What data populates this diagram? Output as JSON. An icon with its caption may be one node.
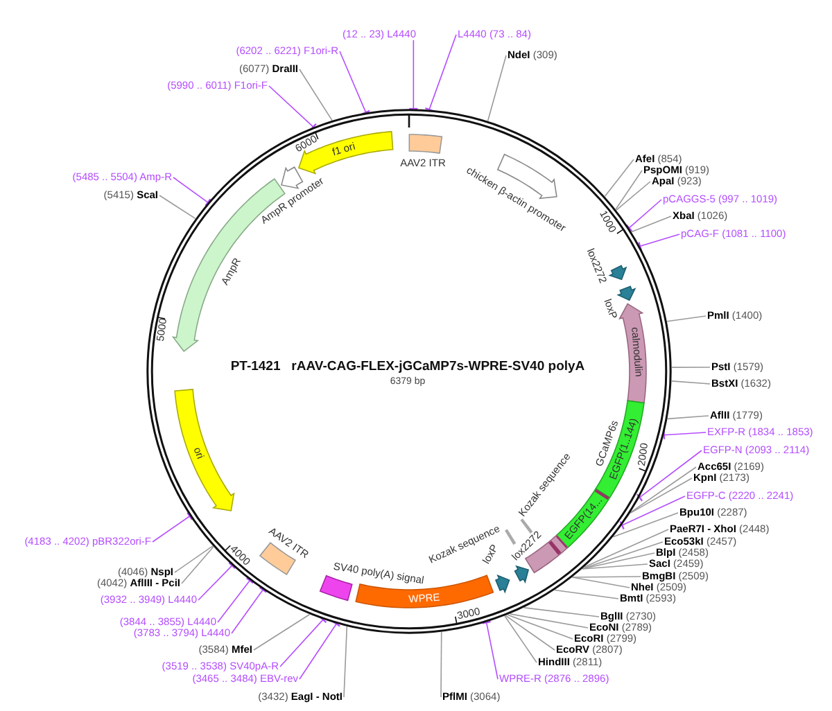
{
  "diagram": {
    "title": "PT-1421   rAAV-CAG-FLEX-jGCaMP7s-WPRE-SV40 polyA",
    "caption": "6379 bp",
    "nodes": [
      {
        "text": [],
        "shape": "circle"
      },
      {
        "text": [
          "AAV2 ITR"
        ],
        "in": 0
      },
      {
        "text": [
          "chicken β-actin promoter"
        ],
        "in": 0
      },
      {
        "text": [
          "lox2272"
        ],
        "in": 0
      },
      {
        "text": [
          "loxP"
        ],
        "in": 0
      },
      {
        "text": [
          "calmodulin"
        ],
        "in": 0
      },
      {
        "text": [
          "EGFP(1..144)"
        ],
        "in": 0
      },
      {
        "text": [
          "EGFP(14..."
        ],
        "in": 0
      },
      {
        "text": [],
        "shape": "box",
        "in": 0
      },
      {
        "text": [
          "Kozak sequence"
        ],
        "in": 0
      },
      {
        "text": [
          "Kozak sequence"
        ],
        "in": 0
      },
      {
        "text": [
          "lox2272"
        ],
        "in": 0
      },
      {
        "text": [
          "loxP"
        ],
        "in": 0
      },
      {
        "text": [
          "WPRE"
        ],
        "in": 0
      },
      {
        "text": [
          "SV40 poly(A) signal"
        ],
        "in": 0
      },
      {
        "text": [
          "AAV2 ITR"
        ],
        "in": 0
      },
      {
        "text": [
          "ori"
        ],
        "in": 0
      },
      {
        "text": [
          "AmpR"
        ],
        "in": 0
      },
      {
        "text": [
          "AmpR promoter"
        ],
        "in": 0
      },
      {
        "text": [
          "f1 ori"
        ],
        "in": 0
      },
      {
        "text": [
          "L4440 (73 .. 84)"
        ]
      },
      {
        "text": [
          "**NdeI** (309)"
        ]
      },
      {
        "text": [
          "**AfeI** (854)"
        ]
      },
      {
        "text": [
          "**PspOMI** (919)"
        ]
      },
      {
        "text": [
          "**ApaI** (923)"
        ]
      },
      {
        "text": [
          "pCAGGS-5 (997 .. 1019)"
        ]
      },
      {
        "text": [
          "**XbaI** (1026)"
        ]
      },
      {
        "text": [
          "pCAG-F (1081 .. 1100)"
        ]
      },
      {
        "text": [
          "**PmlI** (1400)"
        ]
      },
      {
        "text": [
          "**PstI** (1579)"
        ]
      },
      {
        "text": [
          "**BstXI** (1632)"
        ]
      },
      {
        "text": [
          "**AflII** (1779)"
        ]
      },
      {
        "text": [
          "EXFP-R (1834 .. 1853)"
        ]
      },
      {
        "text": [
          "EGFP-N (2093 .. 2114)"
        ]
      },
      {
        "text": [
          "**Acc65I** (2169)"
        ]
      },
      {
        "text": [
          "**KpnI** (2173)"
        ]
      },
      {
        "text": [
          "EGFP-C (2220 .. 2241)"
        ]
      },
      {
        "text": [
          "**Bpu10I** (2287)"
        ]
      },
      {
        "text": [
          "**PaeR7I - XhoI** (2448)"
        ]
      },
      {
        "text": [
          "**Eco53kI** (2457)"
        ]
      },
      {
        "text": [
          "**BlpI** (2458)"
        ]
      },
      {
        "text": [
          "**SacI** (2459)"
        ]
      },
      {
        "text": [
          "**BmgBI** (2509)"
        ]
      },
      {
        "text": [
          "**NheI** (2509)"
        ]
      },
      {
        "text": [
          "**BmtI** (2593)"
        ]
      },
      {
        "text": [
          "**BglII** (2730)"
        ]
      },
      {
        "text": [
          "**EcoNI** (2789)"
        ]
      },
      {
        "text": [
          "**EcoRI** (2799)"
        ]
      },
      {
        "text": [
          "**EcoRV** (2807)"
        ]
      },
      {
        "text": [
          "**HindIII** (2811)"
        ]
      },
      {
        "text": [
          "WPRE-R (2876 .. 2896)"
        ]
      },
      {
        "text": [
          "**PflMI** (3064)"
        ]
      },
      {
        "text": [
          "(3432) **EagI - NotI**"
        ]
      },
      {
        "text": [
          "(3465 .. 3484) EBV-rev"
        ]
      },
      {
        "text": [
          "(3519 .. 3538) SV40pA-R"
        ]
      },
      {
        "text": [
          "(3584) **MfeI**"
        ]
      },
      {
        "text": [
          "(3783 .. 3794) L4440"
        ]
      },
      {
        "text": [
          "(3844 .. 3855) L4440"
        ]
      },
      {
        "text": [
          "(3932 .. 3949) L4440"
        ]
      },
      {
        "text": [
          "(4042) **AflIII - PciI**"
        ]
      },
      {
        "text": [
          "(4046) **NspI**"
        ]
      },
      {
        "text": [
          "(4183 .. 4202) pBR322ori-F"
        ]
      },
      {
        "text": [
          "(5415) **ScaI**"
        ]
      },
      {
        "text": [
          "(5485 .. 5504) Amp-R"
        ]
      },
      {
        "text": [
          "(5990 .. 6011) F1ori-F"
        ]
      },
      {
        "text": [
          "(6077) **DraIII**"
        ]
      },
      {
        "text": [
          "(6202 .. 6221) F1ori-R"
        ]
      },
      {
        "text": [
          "(12 .. 23) L4440"
        ]
      }
    ],
    "edges": [
      {
        "from": 20,
        "to": 0,
        "arrow": "other",
        "color": "#b44dff"
      },
      {
        "from": 21,
        "to": 0,
        "arrow": "none"
      },
      {
        "from": 22,
        "to": 0,
        "arrow": "none"
      },
      {
        "from": 23,
        "to": 0,
        "arrow": "none"
      },
      {
        "from": 24,
        "to": 0,
        "arrow": "none"
      },
      {
        "from": 25,
        "to": 0,
        "arrow": "other",
        "color": "#b44dff"
      },
      {
        "from": 26,
        "to": 0,
        "arrow": "none"
      },
      {
        "from": 27,
        "to": 0,
        "arrow": "other",
        "color": "#b44dff"
      },
      {
        "from": 28,
        "to": 0,
        "arrow": "none"
      },
      {
        "from": 29,
        "to": 0,
        "arrow": "none"
      },
      {
        "from": 30,
        "to": 0,
        "arrow": "none"
      },
      {
        "from": 31,
        "to": 0,
        "arrow": "none"
      },
      {
        "from": 32,
        "to": 0,
        "arrow": "other",
        "color": "#b44dff"
      },
      {
        "from": 33,
        "to": 0,
        "arrow": "other",
        "color": "#b44dff"
      },
      {
        "from": 34,
        "to": 0,
        "arrow": "none"
      },
      {
        "from": 35,
        "to": 0,
        "arrow": "none"
      },
      {
        "from": 36,
        "to": 0,
        "arrow": "other",
        "color": "#b44dff"
      },
      {
        "from": 37,
        "to": 0,
        "arrow": "none"
      },
      {
        "from": 38,
        "to": 0,
        "arrow": "none"
      },
      {
        "from": 39,
        "to": 0,
        "arrow": "none"
      },
      {
        "from": 40,
        "to": 0,
        "arrow": "none"
      },
      {
        "from": 41,
        "to": 0,
        "arrow": "none"
      },
      {
        "from": 42,
        "to": 0,
        "arrow": "none"
      },
      {
        "from": 43,
        "to": 0,
        "arrow": "none"
      },
      {
        "from": 44,
        "to": 0,
        "arrow": "none"
      },
      {
        "from": 45,
        "to": 0,
        "arrow": "none"
      },
      {
        "from": 46,
        "to": 0,
        "arrow": "none"
      },
      {
        "from": 47,
        "to": 0,
        "arrow": "none"
      },
      {
        "from": 48,
        "to": 0,
        "arrow": "none"
      },
      {
        "from": 49,
        "to": 0,
        "arrow": "none"
      },
      {
        "from": 50,
        "to": 0,
        "arrow": "other",
        "color": "#b44dff"
      },
      {
        "from": 51,
        "to": 0,
        "arrow": "none"
      },
      {
        "from": 52,
        "to": 0,
        "arrow": "none"
      },
      {
        "from": 53,
        "to": 0,
        "arrow": "other",
        "color": "#b44dff"
      },
      {
        "from": 54,
        "to": 0,
        "arrow": "other",
        "color": "#b44dff"
      },
      {
        "from": 55,
        "to": 0,
        "arrow": "none"
      },
      {
        "from": 56,
        "to": 0,
        "arrow": "other",
        "color": "#b44dff"
      },
      {
        "from": 57,
        "to": 0,
        "arrow": "other",
        "color": "#b44dff"
      },
      {
        "from": 58,
        "to": 0,
        "arrow": "other",
        "color": "#b44dff"
      },
      {
        "from": 59,
        "to": 0,
        "arrow": "none"
      },
      {
        "from": 60,
        "to": 0,
        "arrow": "none"
      },
      {
        "from": 61,
        "to": 0,
        "arrow": "other",
        "color": "#b44dff"
      },
      {
        "from": 62,
        "to": 0,
        "arrow": "none"
      },
      {
        "from": 63,
        "to": 0,
        "arrow": "other",
        "color": "#b44dff"
      },
      {
        "from": 64,
        "to": 0,
        "arrow": "other",
        "color": "#b44dff"
      },
      {
        "from": 65,
        "to": 0,
        "arrow": "none"
      },
      {
        "from": 66,
        "to": 0,
        "arrow": "other",
        "color": "#b44dff"
      },
      {
        "from": 67,
        "to": 0,
        "arrow": "other",
        "color": "#b44dff"
      }
    ],
    "labels": [
      "1000",
      "GCaMP6s",
      "2000",
      "3000",
      "4000",
      "5000",
      "6000"
    ]
  }
}
